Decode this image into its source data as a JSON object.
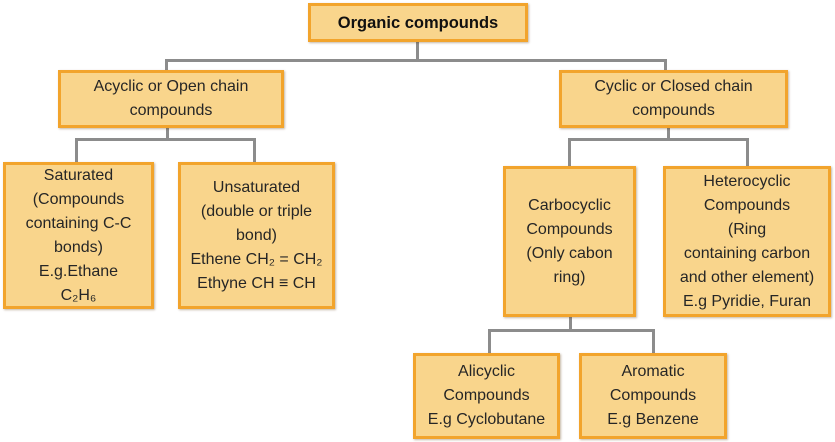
{
  "diagram_title": "Organic compounds classification flowchart",
  "colors": {
    "box_fill": "#F9D58C",
    "box_border": "#F2A42C",
    "connector": "#8C8C8C",
    "text": "#262626",
    "bg": "#FFFFFF"
  },
  "nodes": {
    "root": {
      "label": "Organic compounds"
    },
    "acyclic": {
      "lines": [
        "Acyclic or Open chain",
        "compounds"
      ]
    },
    "cyclic": {
      "lines": [
        "Cyclic or Closed chain",
        "compounds"
      ]
    },
    "saturated": {
      "lines": [
        "Saturated",
        "(Compounds",
        "containing C-C",
        "bonds)",
        "E.g.Ethane",
        "C₂H₆"
      ]
    },
    "unsaturated": {
      "lines": [
        "Unsaturated",
        "(double or triple",
        "bond)",
        "Ethene CH₂ = CH₂",
        "Ethyne CH ≡ CH"
      ]
    },
    "carbocyclic": {
      "lines": [
        "Carbocyclic",
        "Compounds",
        "(Only cabon",
        "ring)"
      ]
    },
    "heterocyclic": {
      "lines": [
        "Heterocyclic",
        "Compounds",
        "(Ring",
        "containing carbon",
        "and other element)",
        "E.g Pyridie, Furan"
      ]
    },
    "alicyclic": {
      "lines": [
        "Alicyclic",
        "Compounds",
        "E.g Cyclobutane"
      ]
    },
    "aromatic": {
      "lines": [
        "Aromatic",
        "Compounds",
        "E.g Benzene"
      ]
    }
  },
  "edges": [
    "Organic compounds -> Acyclic or Open chain compounds",
    "Organic compounds -> Cyclic or Closed chain compounds",
    "Acyclic or Open chain compounds -> Saturated",
    "Acyclic or Open chain compounds -> Unsaturated",
    "Cyclic or Closed chain compounds -> Carbocyclic Compounds",
    "Cyclic or Closed chain compounds -> Heterocyclic Compounds",
    "Carbocyclic Compounds -> Alicyclic Compounds",
    "Carbocyclic Compounds -> Aromatic Compounds"
  ]
}
